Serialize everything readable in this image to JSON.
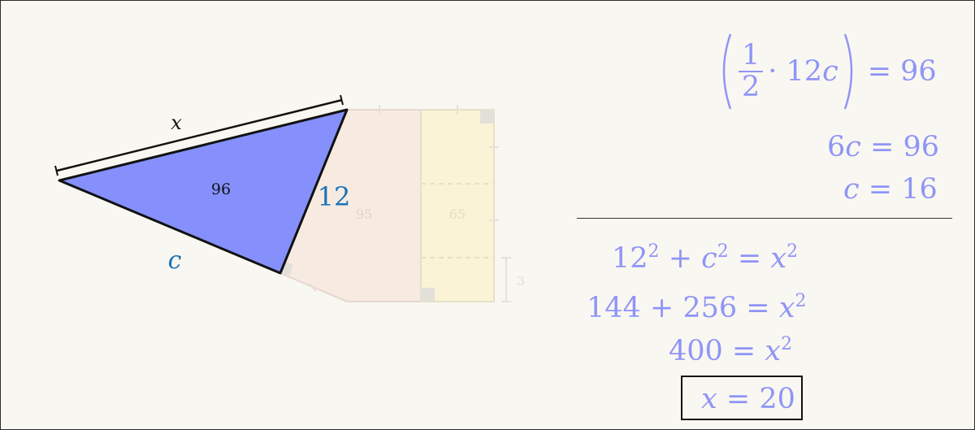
{
  "diagram": {
    "label_x": "x",
    "label_area": "96",
    "label_side": "12",
    "label_c": "c",
    "faded_label_95": "95",
    "faded_label_65": "65",
    "faded_label_3": "3"
  },
  "equations": {
    "eq1_frac_num": "1",
    "eq1_frac_den": "2",
    "eq1_mid": "· 12",
    "eq1_var": "c",
    "eq1_rhs": "= 96",
    "eq2_coef": "6",
    "eq2_var": "c",
    "eq2_rhs": "= 96",
    "eq3_var": "c",
    "eq3_rhs": "= 16",
    "eq4_a": "12",
    "eq4_a_exp": "2",
    "eq4_plus": "+",
    "eq4_b": "c",
    "eq4_b_exp": "2",
    "eq4_eq": "=",
    "eq4_c": "x",
    "eq4_c_exp": "2",
    "eq5_lhs": "144 + 256 =",
    "eq5_var": "x",
    "eq5_exp": "2",
    "eq6_lhs": "400 =",
    "eq6_var": "x",
    "eq6_exp": "2",
    "answer_var": "x",
    "answer_rhs": "= 20"
  },
  "colors": {
    "triangle_fill": "#8590fc",
    "equation_text": "#8f95f7",
    "label_blue": "#1a73b8",
    "background": "#f9f7f1"
  }
}
